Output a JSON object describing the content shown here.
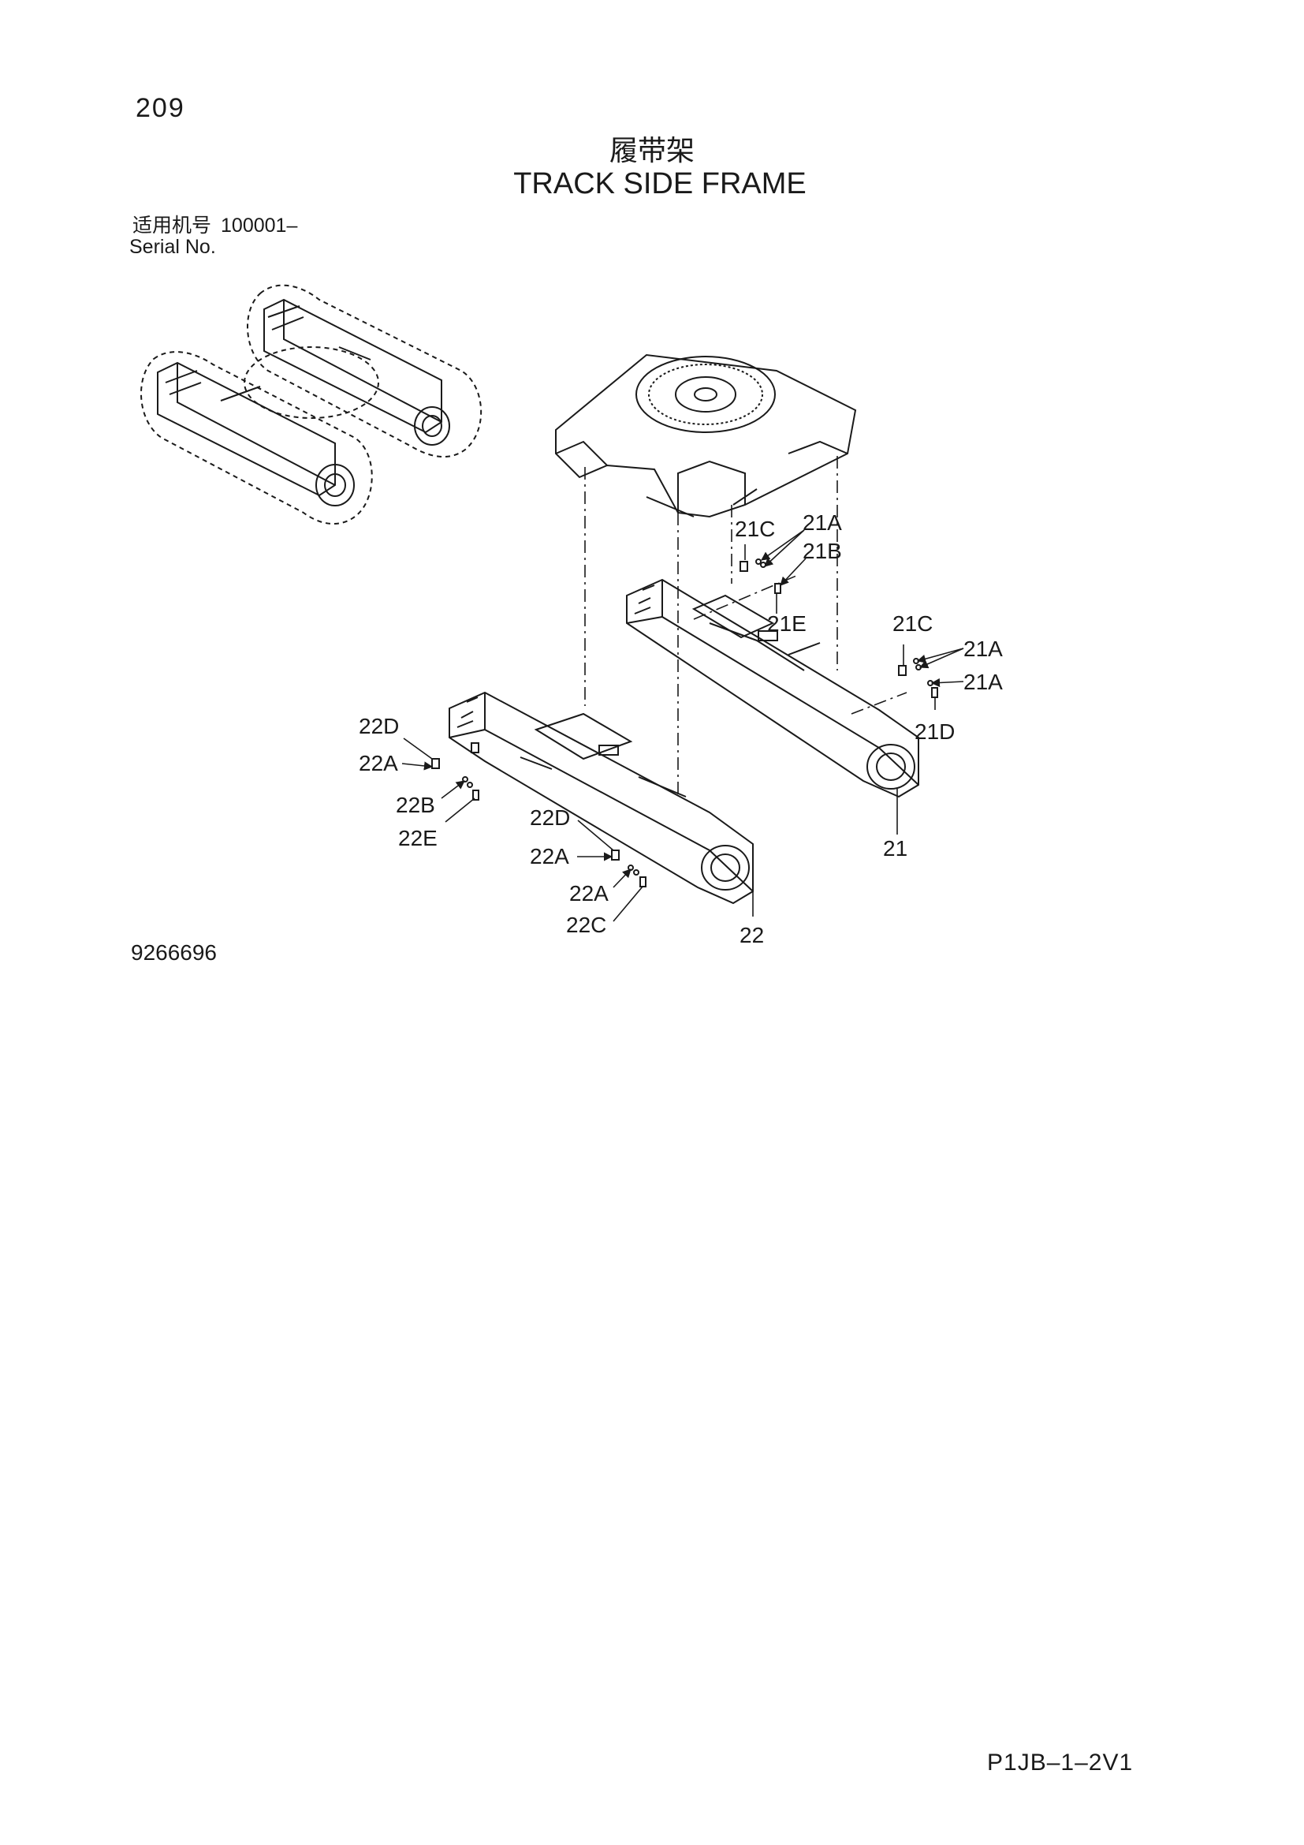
{
  "page": {
    "number": "209",
    "title_cn": "履带架",
    "title_en": "TRACK SIDE FRAME",
    "serial_label_cn": "适用机号",
    "serial_range": "100001–",
    "serial_label_en": "Serial No.",
    "figure_number": "9266696",
    "page_code": "P1JB–1–2V1"
  },
  "diagram": {
    "callouts": [
      {
        "key": "21C_top",
        "label": "21C"
      },
      {
        "key": "21A_top",
        "label": "21A"
      },
      {
        "key": "21B",
        "label": "21B"
      },
      {
        "key": "21E",
        "label": "21E"
      },
      {
        "key": "21C_right",
        "label": "21C"
      },
      {
        "key": "21A_right1",
        "label": "21A"
      },
      {
        "key": "21A_right2",
        "label": "21A"
      },
      {
        "key": "21D",
        "label": "21D"
      },
      {
        "key": "21",
        "label": "21"
      },
      {
        "key": "22D_left",
        "label": "22D"
      },
      {
        "key": "22A_left",
        "label": "22A"
      },
      {
        "key": "22B",
        "label": "22B"
      },
      {
        "key": "22E",
        "label": "22E"
      },
      {
        "key": "22D_mid",
        "label": "22D"
      },
      {
        "key": "22A_mid1",
        "label": "22A"
      },
      {
        "key": "22A_mid2",
        "label": "22A"
      },
      {
        "key": "22C",
        "label": "22C"
      },
      {
        "key": "22",
        "label": "22"
      }
    ]
  }
}
